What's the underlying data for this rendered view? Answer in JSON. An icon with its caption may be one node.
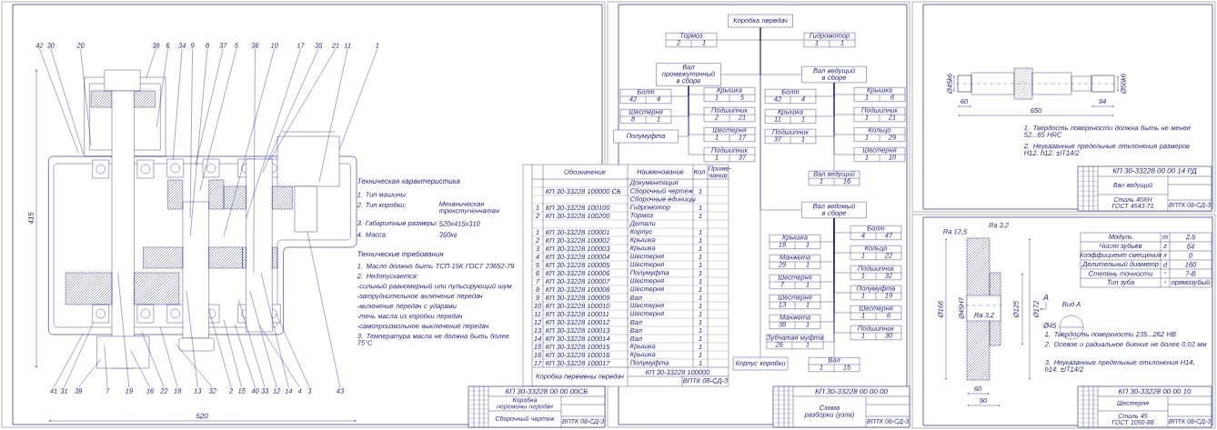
{
  "diagram": {
    "nodes": [
      {
        "text": [
          "42"
        ]
      },
      {
        "text": [
          "30"
        ]
      },
      {
        "text": [
          "20"
        ]
      },
      {
        "text": [
          "38"
        ]
      },
      {
        "text": [
          "6"
        ]
      },
      {
        "text": [
          "34"
        ]
      },
      {
        "text": [
          "9"
        ]
      },
      {
        "text": [
          "8"
        ]
      },
      {
        "text": [
          "37"
        ]
      },
      {
        "text": [
          "5"
        ]
      },
      {
        "text": [
          "36"
        ]
      },
      {
        "text": [
          "10"
        ]
      },
      {
        "text": [
          "17"
        ]
      },
      {
        "text": [
          "35"
        ]
      },
      {
        "text": [
          "21"
        ]
      },
      {
        "text": [
          "11"
        ]
      },
      {
        "text": [
          "1"
        ]
      },
      {
        "text": [
          "41"
        ]
      },
      {
        "text": [
          "31"
        ]
      },
      {
        "text": [
          "39"
        ]
      },
      {
        "text": [
          "7"
        ]
      },
      {
        "text": [
          "19"
        ]
      },
      {
        "text": [
          "16"
        ]
      },
      {
        "text": [
          "22"
        ]
      },
      {
        "text": [
          "18"
        ]
      },
      {
        "text": [
          "13"
        ]
      },
      {
        "text": [
          "32"
        ]
      },
      {
        "text": [
          "2"
        ]
      },
      {
        "text": [
          "15"
        ]
      },
      {
        "text": [
          "40"
        ]
      },
      {
        "text": [
          "33"
        ]
      },
      {
        "text": [
          "12"
        ]
      },
      {
        "text": [
          "14"
        ]
      },
      {
        "text": [
          "4"
        ]
      },
      {
        "text": [
          "3"
        ]
      },
      {
        "text": [
          "43"
        ]
      },
      {
        "text": [
          "Коробка передач"
        ]
      },
      {
        "text": [
          "Тормоз",
          "2",
          "1"
        ]
      },
      {
        "text": [
          "Гидромотор",
          "1",
          "1"
        ]
      },
      {
        "text": [
          "Вал ведущий в сборе"
        ]
      },
      {
        "text": [
          "Болт",
          "42",
          "4"
        ]
      },
      {
        "text": [
          "Крышка",
          "11",
          "1"
        ]
      },
      {
        "text": [
          "Подшипник",
          "37",
          "1"
        ]
      },
      {
        "text": [
          "Крышка",
          "1",
          "6"
        ]
      },
      {
        "text": [
          "Подшипник",
          "1",
          "21"
        ]
      },
      {
        "text": [
          "Кольцо",
          "1",
          "29"
        ]
      },
      {
        "text": [
          "Шестерня",
          "1",
          "10"
        ]
      },
      {
        "text": [
          "Вал ведущий",
          "1",
          "16"
        ]
      },
      {
        "text": [
          "Вал промежуточный в сборе"
        ]
      },
      {
        "text": [
          "Болт",
          "42",
          "4"
        ]
      },
      {
        "text": [
          "Шестерня",
          "8",
          "1"
        ]
      },
      {
        "text": [
          "Полумуфта"
        ]
      },
      {
        "text": [
          "Крышка",
          "1",
          "5"
        ]
      },
      {
        "text": [
          "Подшипник",
          "2",
          "21"
        ]
      },
      {
        "text": [
          "Шестерня",
          "1",
          "17"
        ]
      },
      {
        "text": [
          "Подшипник",
          "1",
          "37"
        ]
      },
      {
        "text": [
          "Вал ведомый в сборе"
        ]
      },
      {
        "text": [
          "Крышка",
          "18",
          "1"
        ]
      },
      {
        "text": [
          "Манжета",
          "29",
          "1"
        ]
      },
      {
        "text": [
          "Шестерня",
          "7",
          "1"
        ]
      },
      {
        "text": [
          "Шестерня",
          "13",
          "1"
        ]
      },
      {
        "text": [
          "Манжета",
          "38",
          "1"
        ]
      },
      {
        "text": [
          "Зубчатая муфта",
          "26",
          "1"
        ]
      },
      {
        "text": [
          "Болт",
          "4",
          "47"
        ]
      },
      {
        "text": [
          "Кольцо",
          "1",
          "22"
        ]
      },
      {
        "text": [
          "Подшипник",
          "1",
          "32"
        ]
      },
      {
        "text": [
          "Полумуфта",
          "1",
          "19"
        ]
      },
      {
        "text": [
          "Шестерня",
          "1",
          "6"
        ]
      },
      {
        "text": [
          "Подшипник",
          "1",
          "30"
        ]
      },
      {
        "text": [
          "Вал",
          "1",
          "15"
        ]
      },
      {
        "text": [
          "Корпус коробки"
        ]
      },
      {
        "text": [],
        "shape": "picture"
      }
    ],
    "edges": [
      {
        "from": 0,
        "to": 71,
        "arrow": "none"
      },
      {
        "from": 1,
        "to": 71,
        "arrow": "none"
      },
      {
        "from": 2,
        "to": 71,
        "arrow": "none"
      },
      {
        "from": 3,
        "to": 71,
        "arrow": "none"
      },
      {
        "from": 4,
        "to": 71,
        "arrow": "none"
      },
      {
        "from": 5,
        "to": 71,
        "arrow": "none"
      },
      {
        "from": 6,
        "to": 71,
        "arrow": "none"
      },
      {
        "from": 7,
        "to": 71,
        "arrow": "none"
      },
      {
        "from": 8,
        "to": 71,
        "arrow": "none"
      },
      {
        "from": 9,
        "to": 71,
        "arrow": "none"
      },
      {
        "from": 10,
        "to": 71,
        "arrow": "none"
      },
      {
        "from": 11,
        "to": 71,
        "arrow": "none"
      },
      {
        "from": 12,
        "to": 71,
        "arrow": "none"
      },
      {
        "from": 13,
        "to": 71,
        "arrow": "none"
      },
      {
        "from": 14,
        "to": 71,
        "arrow": "none"
      },
      {
        "from": 15,
        "to": 71,
        "arrow": "none"
      },
      {
        "from": 16,
        "to": 71,
        "arrow": "none"
      },
      {
        "from": 17,
        "to": 71,
        "arrow": "none"
      },
      {
        "from": 18,
        "to": 71,
        "arrow": "none"
      },
      {
        "from": 19,
        "to": 71,
        "arrow": "none"
      },
      {
        "from": 20,
        "to": 71,
        "arrow": "none"
      },
      {
        "from": 21,
        "to": 71,
        "arrow": "none"
      },
      {
        "from": 22,
        "to": 71,
        "arrow": "none"
      },
      {
        "from": 23,
        "to": 71,
        "arrow": "none"
      },
      {
        "from": 24,
        "to": 71,
        "arrow": "none"
      },
      {
        "from": 25,
        "to": 71,
        "arrow": "none"
      },
      {
        "from": 26,
        "to": 71,
        "arrow": "none"
      },
      {
        "from": 27,
        "to": 71,
        "arrow": "none"
      },
      {
        "from": 28,
        "to": 71,
        "arrow": "none"
      },
      {
        "from": 29,
        "to": 71,
        "arrow": "none"
      },
      {
        "from": 30,
        "to": 71,
        "arrow": "none"
      },
      {
        "from": 31,
        "to": 71,
        "arrow": "none"
      },
      {
        "from": 32,
        "to": 71,
        "arrow": "none"
      },
      {
        "from": 33,
        "to": 71,
        "arrow": "none"
      },
      {
        "from": 34,
        "to": 71,
        "arrow": "none"
      },
      {
        "from": 35,
        "to": 71,
        "arrow": "none"
      },
      {
        "from": 37,
        "to": 36,
        "arrow": "none"
      },
      {
        "from": 38,
        "to": 36,
        "arrow": "none"
      },
      {
        "from": 39,
        "to": 36,
        "arrow": "none"
      },
      {
        "from": 48,
        "to": 36,
        "arrow": "none"
      },
      {
        "from": 56,
        "to": 36,
        "arrow": "none"
      },
      {
        "from": 70,
        "to": 36,
        "arrow": "none"
      },
      {
        "from": 40,
        "to": 39,
        "arrow": "none"
      },
      {
        "from": 41,
        "to": 39,
        "arrow": "none"
      },
      {
        "from": 42,
        "to": 39,
        "arrow": "none"
      },
      {
        "from": 43,
        "to": 39,
        "arrow": "none"
      },
      {
        "from": 44,
        "to": 39,
        "arrow": "none"
      },
      {
        "from": 45,
        "to": 39,
        "arrow": "none"
      },
      {
        "from": 46,
        "to": 39,
        "arrow": "none"
      },
      {
        "from": 47,
        "to": 39,
        "arrow": "none"
      },
      {
        "from": 49,
        "to": 48,
        "arrow": "none"
      },
      {
        "from": 50,
        "to": 48,
        "arrow": "none"
      },
      {
        "from": 51,
        "to": 48,
        "arrow": "none"
      },
      {
        "from": 52,
        "to": 48,
        "arrow": "none"
      },
      {
        "from": 53,
        "to": 48,
        "arrow": "none"
      },
      {
        "from": 54,
        "to": 48,
        "arrow": "none"
      },
      {
        "from": 55,
        "to": 48,
        "arrow": "none"
      },
      {
        "from": 57,
        "to": 56,
        "arrow": "none"
      },
      {
        "from": 58,
        "to": 56,
        "arrow": "none"
      },
      {
        "from": 59,
        "to": 56,
        "arrow": "none"
      },
      {
        "from": 60,
        "to": 56,
        "arrow": "none"
      },
      {
        "from": 61,
        "to": 56,
        "arrow": "none"
      },
      {
        "from": 62,
        "to": 56,
        "arrow": "none"
      },
      {
        "from": 63,
        "to": 56,
        "arrow": "none"
      },
      {
        "from": 64,
        "to": 56,
        "arrow": "none"
      },
      {
        "from": 65,
        "to": 56,
        "arrow": "none"
      },
      {
        "from": 66,
        "to": 56,
        "arrow": "none"
      },
      {
        "from": 67,
        "to": 56,
        "arrow": "none"
      },
      {
        "from": 68,
        "to": 56,
        "arrow": "none"
      },
      {
        "from": 69,
        "to": 56,
        "arrow": "none"
      }
    ],
    "labels": [
      "Техническая характеристика",
      "1. Тип машины:",
      "2. Тип коробки:",
      "Механическая трехступенчатая",
      "3. Габаритные размеры:",
      "520х415х310",
      "4. Масса:",
      "350кг",
      "Технические требования",
      "1. Масло должно быть ТСП-15К ГОСТ 23652-79",
      "2. Недопускается:",
      "-сильный равномерный или пульсирующий шум",
      "-затруднительное включение передач",
      "-включение передач с ударами",
      "-течь масла из коробки передач",
      "-самопроизвольное выключение передач",
      "3. Температура масла не должна быть более 75°С",
      "415",
      "520",
      "КП 30-33228 00 00 00СБ",
      "Коробка перемены передач",
      "Сборочный чертеж",
      "ВПТК 08-СД-3",
      "Обозначение",
      "Наименование",
      "Кол.",
      "Приме-чание",
      "Документация",
      "КП 30-33228 100000 СБ",
      "Сборочный чертеж",
      "1",
      "Сборочные единицы",
      "1",
      "КП 30-33228 100100",
      "Гидромотор",
      "1",
      "2",
      "КП 30-33228 100200",
      "Тормоз",
      "1",
      "Детали",
      "1",
      "КП 30-33228 100001",
      "Корпус",
      "1",
      "2",
      "КП 30-33228 100002",
      "Крышка",
      "1",
      "3",
      "КП 30-33228 100003",
      "Крышка",
      "1",
      "4",
      "КП 30-33228 100004",
      "Шестерня",
      "1",
      "5",
      "КП 30-33228 100005",
      "Шестерня",
      "1",
      "6",
      "КП 30-33228 100006",
      "Полумуфта",
      "1",
      "7",
      "КП 30-33228 100007",
      "Шестерня",
      "1",
      "8",
      "КП 30-33228 100008",
      "Шестерня",
      "1",
      "9",
      "КП 30-33228 100009",
      "Вал",
      "1",
      "10",
      "КП 30-33228 100010",
      "Шестерня",
      "1",
      "11",
      "КП 30-33228 100011",
      "Шестерня",
      "1",
      "12",
      "КП 30-33228 100012",
      "Вал",
      "1",
      "13",
      "КП 30-33228 100013",
      "Вал",
      "1",
      "14",
      "КП 30-33228 100014",
      "Вал",
      "1",
      "15",
      "КП 30-33228 100015",
      "Крышка",
      "1",
      "16",
      "КП 30-33228 100016",
      "Крышка",
      "1",
      "17",
      "КП 30-33228 100017",
      "Полумуфта",
      "1",
      "КП 30-33228 100000",
      "Коробка перемены передач",
      "ВПТК 08-СД-3",
      "КП 30-33228 00 00 00",
      "Схема разборки (узла)",
      "ВПТК 08-СД-3",
      "Ø45k6",
      "Ø50k6",
      "60",
      "94",
      "650",
      "1. Твердость поверхности должна быть не менее 52...65 HRC",
      "2. Неуказанные предельные отклонения размеров H12, h12, ±IT14/2",
      "КП 30-33228 00 00 14 РД",
      "Вал ведущий",
      "Сталь 40ХН ГОСТ 4543-71",
      "ВПТК 08-СД-3",
      "Ra 12,5",
      "Ra 3,2",
      "Ø166",
      "Ø45H7",
      "Ra 3,2",
      "Ø125",
      "Ø172",
      "60",
      "90",
      "А",
      "Вид А",
      "Ø45",
      "Модуль",
      "m",
      "2,5",
      "Число зубьев",
      "z",
      "64",
      "Коэффициент смещения",
      "x",
      "0",
      "Делительный диаметр",
      "d",
      "160",
      "Степень точности",
      "-",
      "7-В",
      "Тип зуба",
      "-",
      "прямозубый",
      "1. Твердость поверхности 235...262 НВ",
      "2. Осевое и радиальное биение не более 0,02 мм",
      "3. Неуказанные предельные отклонения H14, h14, ±IT14/2",
      "КП 30-33228 00 00 10",
      "Шестерня",
      "Сталь 45 ГОСТ 1050-88",
      "ВПТК 08-СД-3"
    ]
  }
}
